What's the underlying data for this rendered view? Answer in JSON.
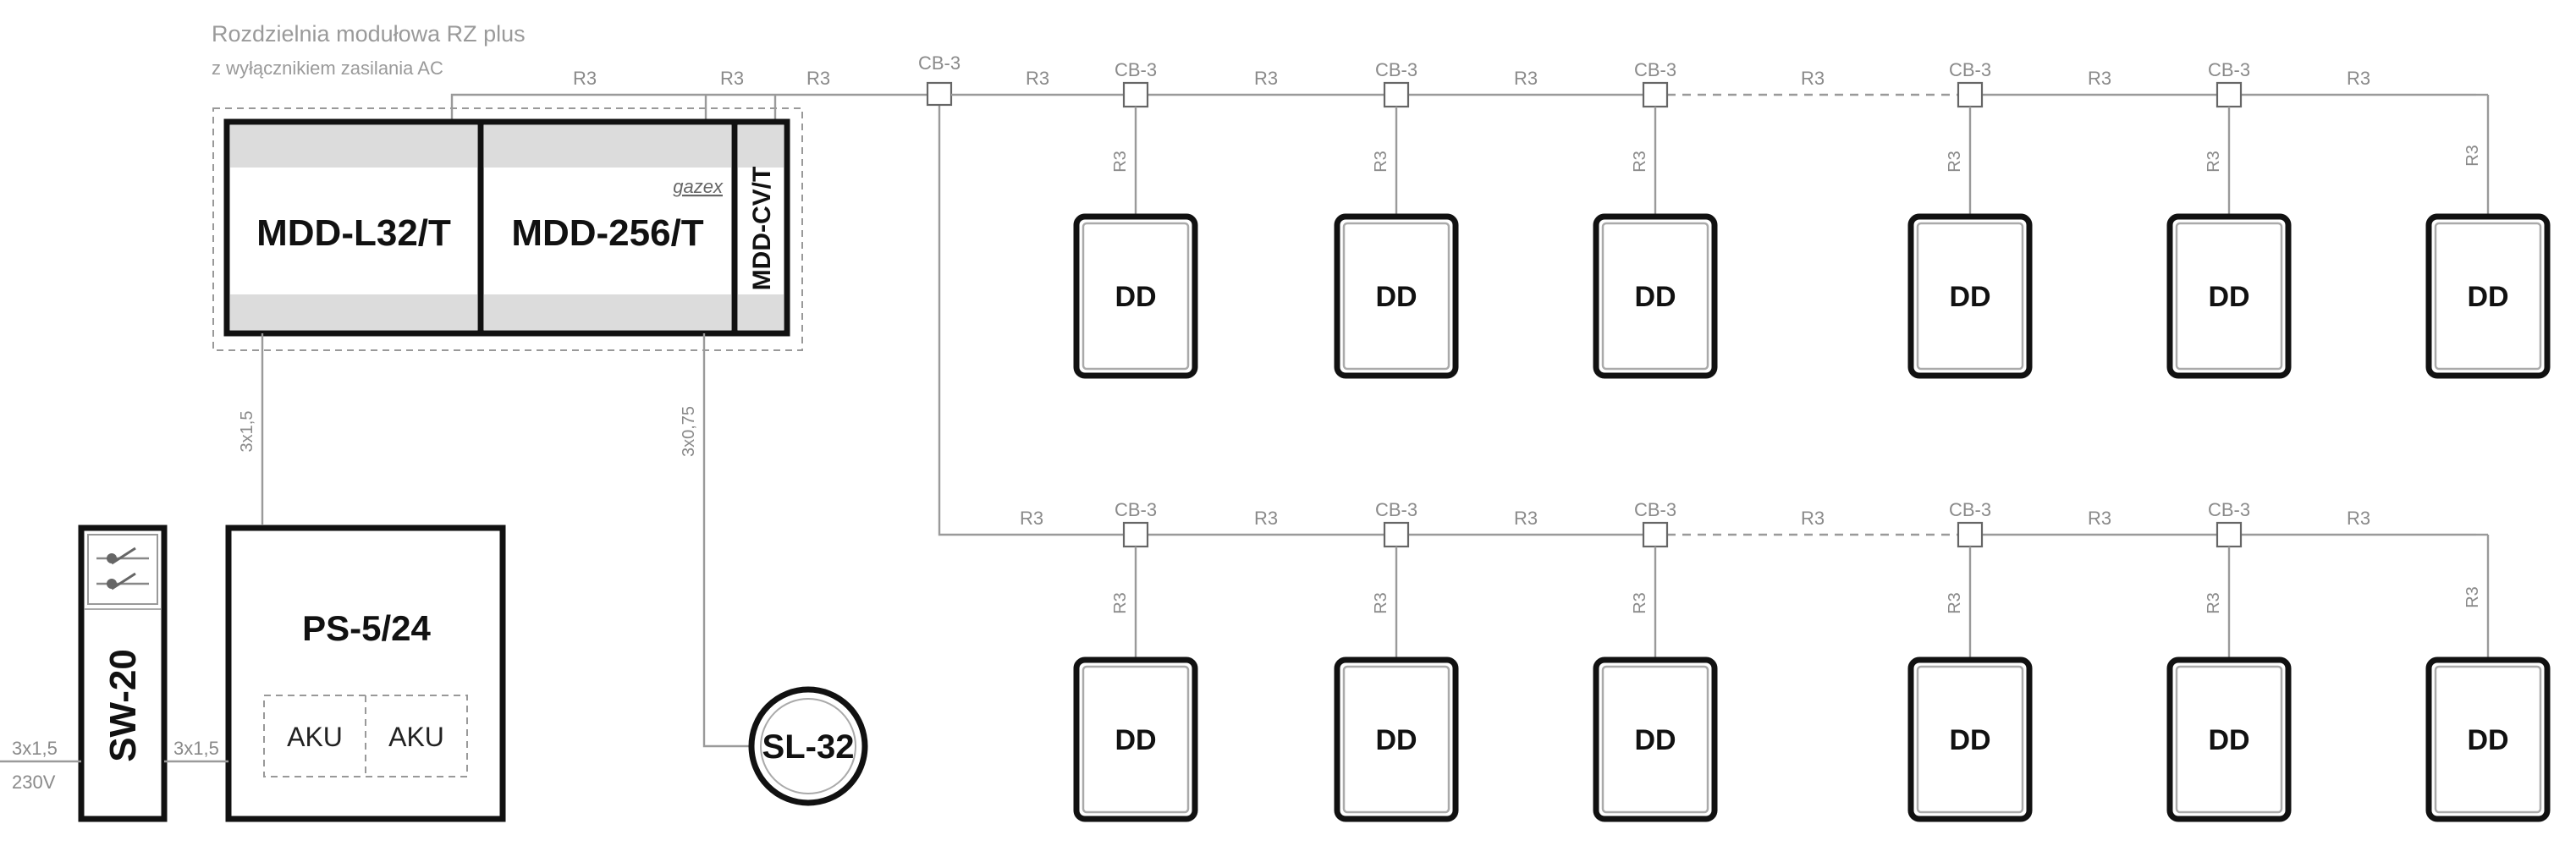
{
  "cabinet": {
    "title": "Rozdzielnia modułowa RZ plus",
    "subtitle": "z wyłącznikiem zasilania AC"
  },
  "modules": {
    "mdd_l32": "MDD-L32/T",
    "mdd_256": "MDD-256/T",
    "mdd_cv": "MDD-CV/T",
    "brand": "gazex"
  },
  "power": {
    "ps": "PS-5/24",
    "aku1": "AKU",
    "aku2": "AKU",
    "sw": "SW-20",
    "sl": "SL-32",
    "mains_cable": "3x1,5",
    "mains_voltage": "230V",
    "sw_ps_cable": "3x1,5",
    "ps_mdd_cable": "3x1,5",
    "sl_cable": "3x0,75"
  },
  "bus": {
    "cable": "R3",
    "junction": "CB-3"
  },
  "detector": {
    "label": "DD"
  }
}
